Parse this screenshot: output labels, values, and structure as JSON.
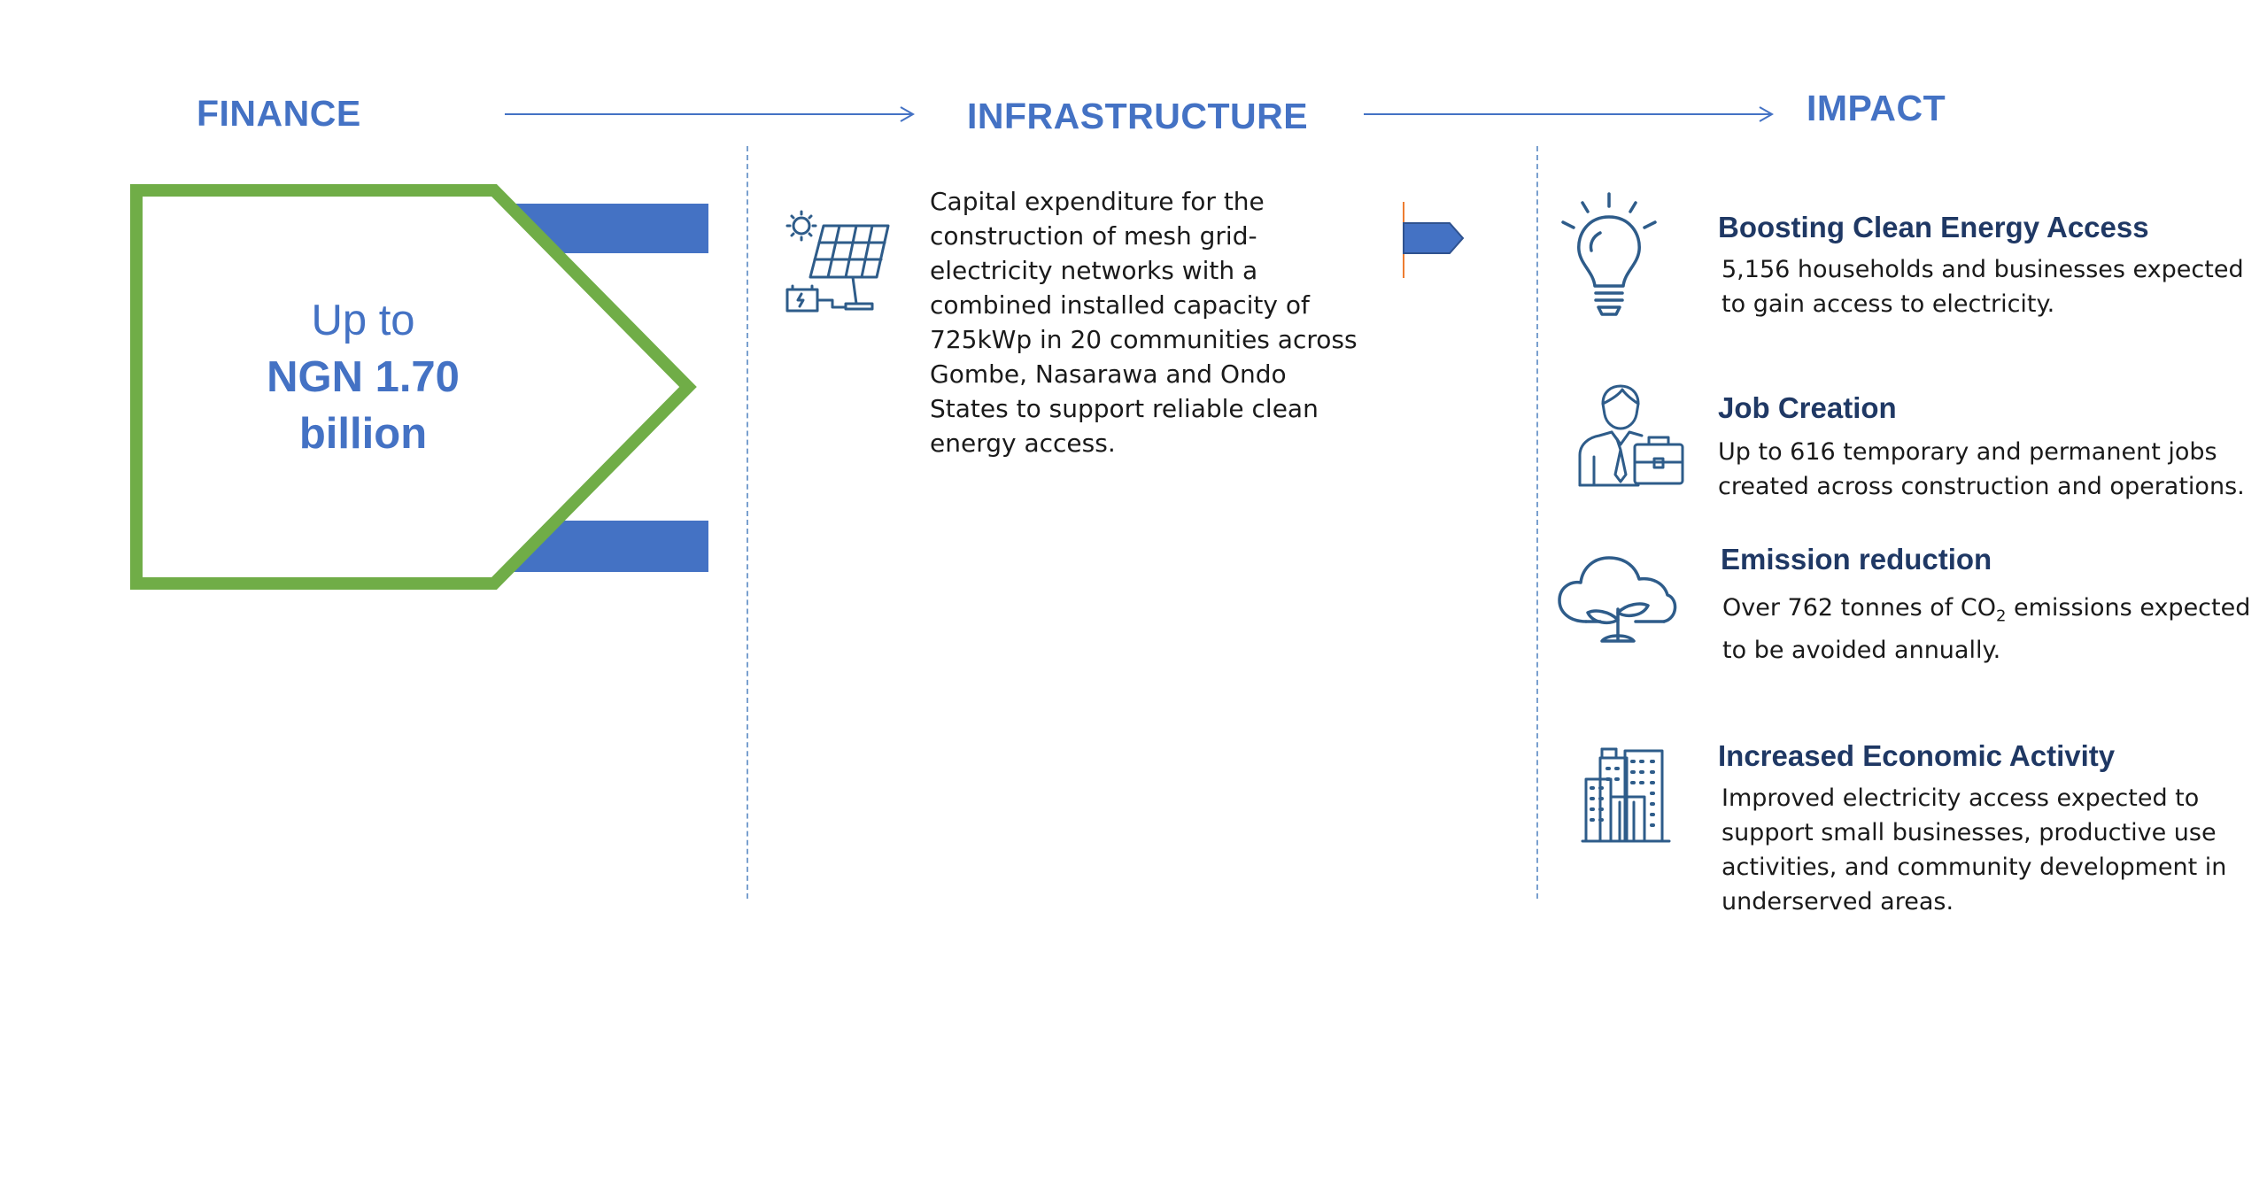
{
  "headings": {
    "finance": "FINANCE",
    "infrastructure": "INFRASTRUCTURE",
    "impact": "IMPACT"
  },
  "finance": {
    "line1": "Up to",
    "line2": "NGN 1.70",
    "line3": "billion"
  },
  "infrastructure": {
    "description": "Capital expenditure for the construction of mesh grid-electricity networks with a combined installed capacity of 725kWp in 20 communities across Gombe, Nasarawa and Ondo States to support reliable clean energy access."
  },
  "impacts": [
    {
      "icon": "lightbulb-icon",
      "title": "Boosting Clean Energy Access",
      "description": "5,156 households and businesses expected to gain access to electricity."
    },
    {
      "icon": "businessman-briefcase-icon",
      "title": "Job Creation",
      "description": "Up to 616 temporary and permanent jobs created across construction and operations."
    },
    {
      "icon": "cloud-plant-icon",
      "title": "Emission reduction",
      "description_pre": "Over 762 tonnes of CO",
      "description_sub": "2",
      "description_post": " emissions expected to be avoided annually."
    },
    {
      "icon": "city-buildings-icon",
      "title": "Increased Economic Activity",
      "description": "Improved electricity access expected to support small businesses, productive use activities, and community development in underserved areas."
    }
  ],
  "colors": {
    "heading_blue": "#4472C4",
    "green_outline": "#70AD47",
    "dark_navy": "#1F3864",
    "icon_blue": "#2E5C8A"
  }
}
